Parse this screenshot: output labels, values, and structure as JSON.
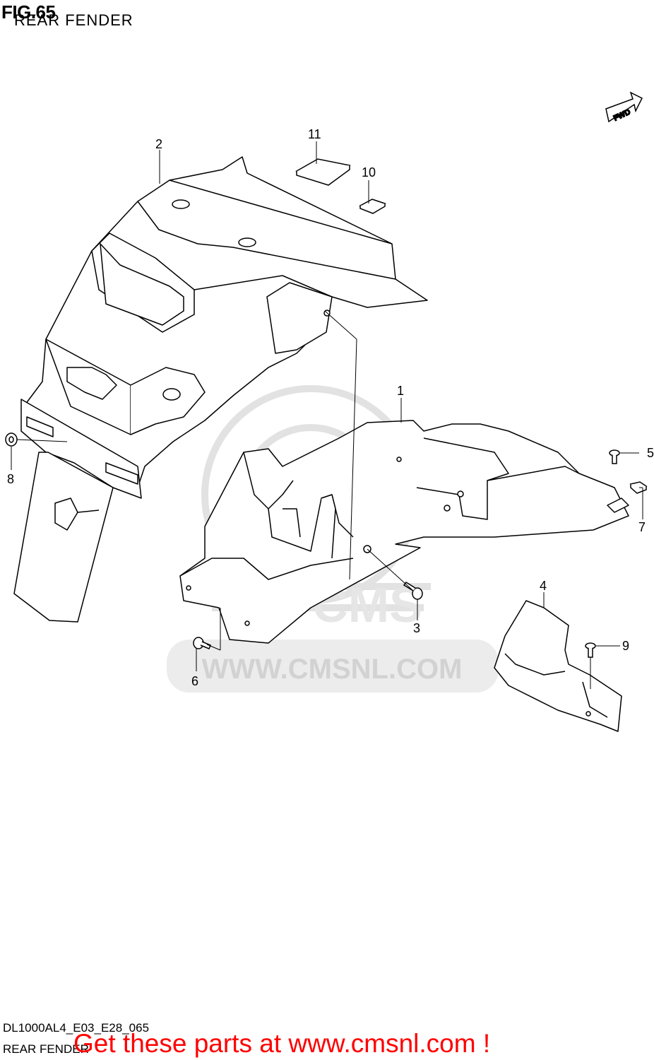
{
  "header": {
    "figure": "FIG.65",
    "subtitle": "REAR FENDER"
  },
  "direction_badge": "FWD",
  "watermark": "WWW.CMSNL.COM",
  "callouts": [
    {
      "id": "1",
      "label": "1"
    },
    {
      "id": "2",
      "label": "2"
    },
    {
      "id": "3",
      "label": "3"
    },
    {
      "id": "4",
      "label": "4"
    },
    {
      "id": "5",
      "label": "5"
    },
    {
      "id": "6",
      "label": "6"
    },
    {
      "id": "7",
      "label": "7"
    },
    {
      "id": "8",
      "label": "8"
    },
    {
      "id": "9",
      "label": "9"
    },
    {
      "id": "10",
      "label": "10"
    },
    {
      "id": "11",
      "label": "11"
    }
  ],
  "footer": {
    "model_code": "DL1000AL4_E03_E28_065",
    "section_name": "REAR FENDER",
    "promo": "Get these parts at www.cmsnl.com !"
  },
  "colors": {
    "line": "#000000",
    "watermark": "#e6e6e6",
    "promo": "#ff0000"
  }
}
